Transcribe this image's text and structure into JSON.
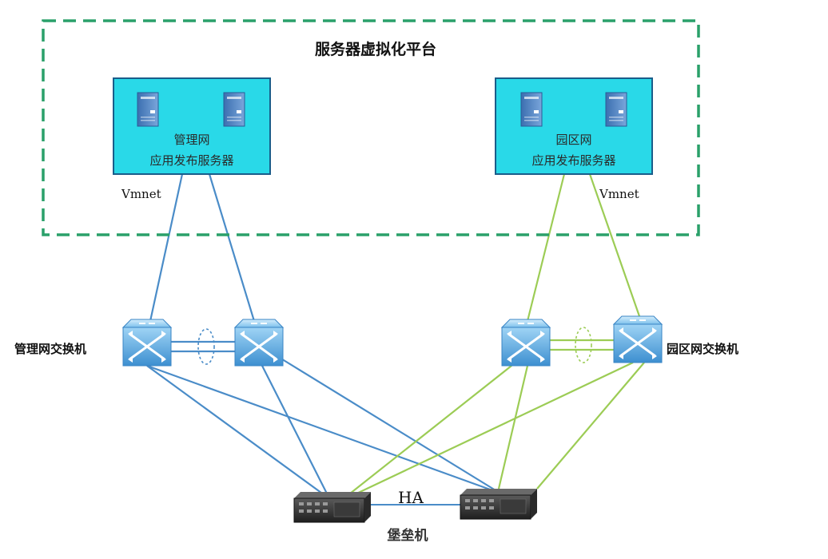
{
  "platform": {
    "title": "服务器虚拟化平台",
    "border_color": "#2aa06a"
  },
  "servers": {
    "left": {
      "line1": "管理网",
      "line2": "应用发布服务器",
      "vmnet": "Vmnet"
    },
    "right": {
      "line1": "园区网",
      "line2": "应用发布服务器",
      "vmnet": "Vmnet"
    },
    "box_fill": "#29d9e8"
  },
  "switches": {
    "left_label": "管理网交换机",
    "right_label": "园区网交换机",
    "color": "#5aa8e0"
  },
  "bastion": {
    "ha_label": "HA",
    "label": "堡垒机"
  },
  "links": {
    "mgmt_color": "#4a8cc8",
    "campus_color": "#9ccc55"
  }
}
